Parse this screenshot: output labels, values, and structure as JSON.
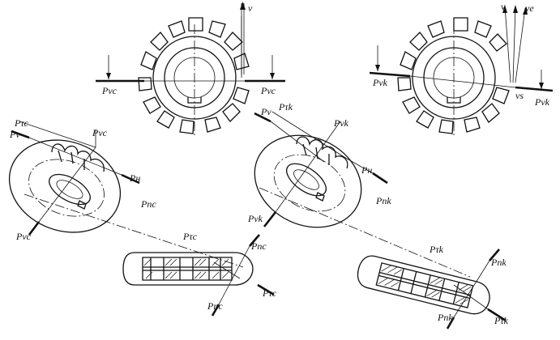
{
  "labels": {
    "v_top": "v",
    "pvc_left": "Pvc",
    "pvc_right": "Pvc",
    "v_right": "v",
    "ve_right": "ve",
    "pvk_left": "Pvk",
    "vs_right": "vs",
    "pvk_right": "Pvk",
    "ptc_1": "Pτc",
    "pv_1": "Pv",
    "pvc_mid": "Pvc",
    "pn_1": "Pн",
    "pnc_1": "Pnc",
    "pvc_bottom": "Pvc",
    "ptc_2": "Pτc",
    "pnc_2": "Pnc",
    "ptc_3": "Pτc",
    "pnc_3": "Pnc",
    "pv_2": "Pv",
    "ptk_1": "Pτk",
    "pvk_mid": "Pvk",
    "pn_2": "Pн",
    "pnk_1": "Pnk",
    "pvk_bottom": "Pvk",
    "ptk_2": "Pτk",
    "pnk_2": "Pnk",
    "pnk_3": "Pnk",
    "ptk_3": "Pτk"
  }
}
